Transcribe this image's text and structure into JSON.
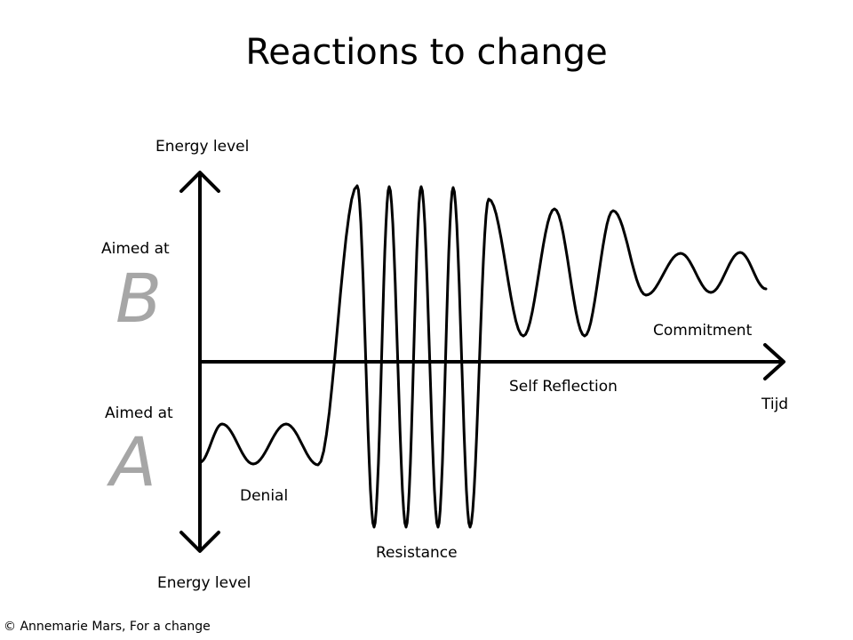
{
  "title": "Reactions to change",
  "axis": {
    "y_label_top": "Energy level",
    "y_label_bottom": "Energy level",
    "x_label": "Tijd"
  },
  "sides": {
    "b_caption": "Aimed at",
    "b_letter": "B",
    "a_caption": "Aimed at",
    "a_letter": "A"
  },
  "phases": {
    "denial": "Denial",
    "resistance": "Resistance",
    "self_reflection": "Self Reflection",
    "commitment": "Commitment"
  },
  "copyright": "© Annemarie Mars, For a change",
  "colors": {
    "line": "#000000",
    "letters": "#a6a6a6"
  }
}
